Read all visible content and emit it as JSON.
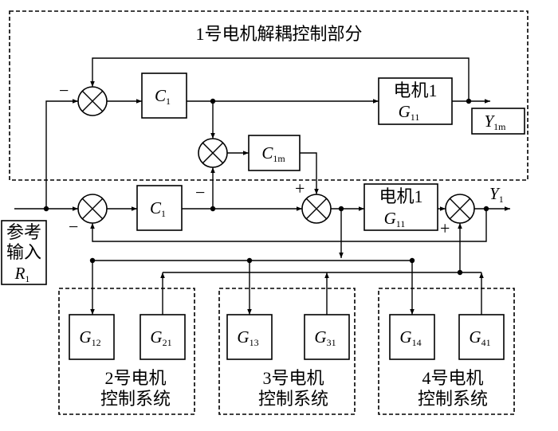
{
  "section_title": "1号电机解耦控制部分",
  "blocks": {
    "c1_top": {
      "main": "C",
      "sub": "1"
    },
    "c1m": {
      "main": "C",
      "sub": "1m"
    },
    "c1_bottom": {
      "main": "C",
      "sub": "1"
    },
    "motor_top": {
      "label": "电机1",
      "main": "G",
      "sub": "11"
    },
    "motor_bottom": {
      "label": "电机1",
      "main": "G",
      "sub": "11"
    },
    "g12": {
      "main": "G",
      "sub": "12"
    },
    "g21": {
      "main": "G",
      "sub": "21"
    },
    "g13": {
      "main": "G",
      "sub": "13"
    },
    "g31": {
      "main": "G",
      "sub": "31"
    },
    "g14": {
      "main": "G",
      "sub": "14"
    },
    "g41": {
      "main": "G",
      "sub": "41"
    }
  },
  "outputs": {
    "y1m": {
      "main": "Y",
      "sub": "1m"
    },
    "y1": {
      "main": "Y",
      "sub": "1"
    }
  },
  "reference_input": {
    "line1": "参考",
    "line2": "输入",
    "main": "R",
    "sub": "1"
  },
  "subsystems": {
    "motor2": {
      "line1": "2号电机",
      "line2": "控制系统"
    },
    "motor3": {
      "line1": "3号电机",
      "line2": "控制系统"
    },
    "motor4": {
      "line1": "4号电机",
      "line2": "控制系统"
    }
  },
  "signs": {
    "minus": "−",
    "plus": "+"
  }
}
